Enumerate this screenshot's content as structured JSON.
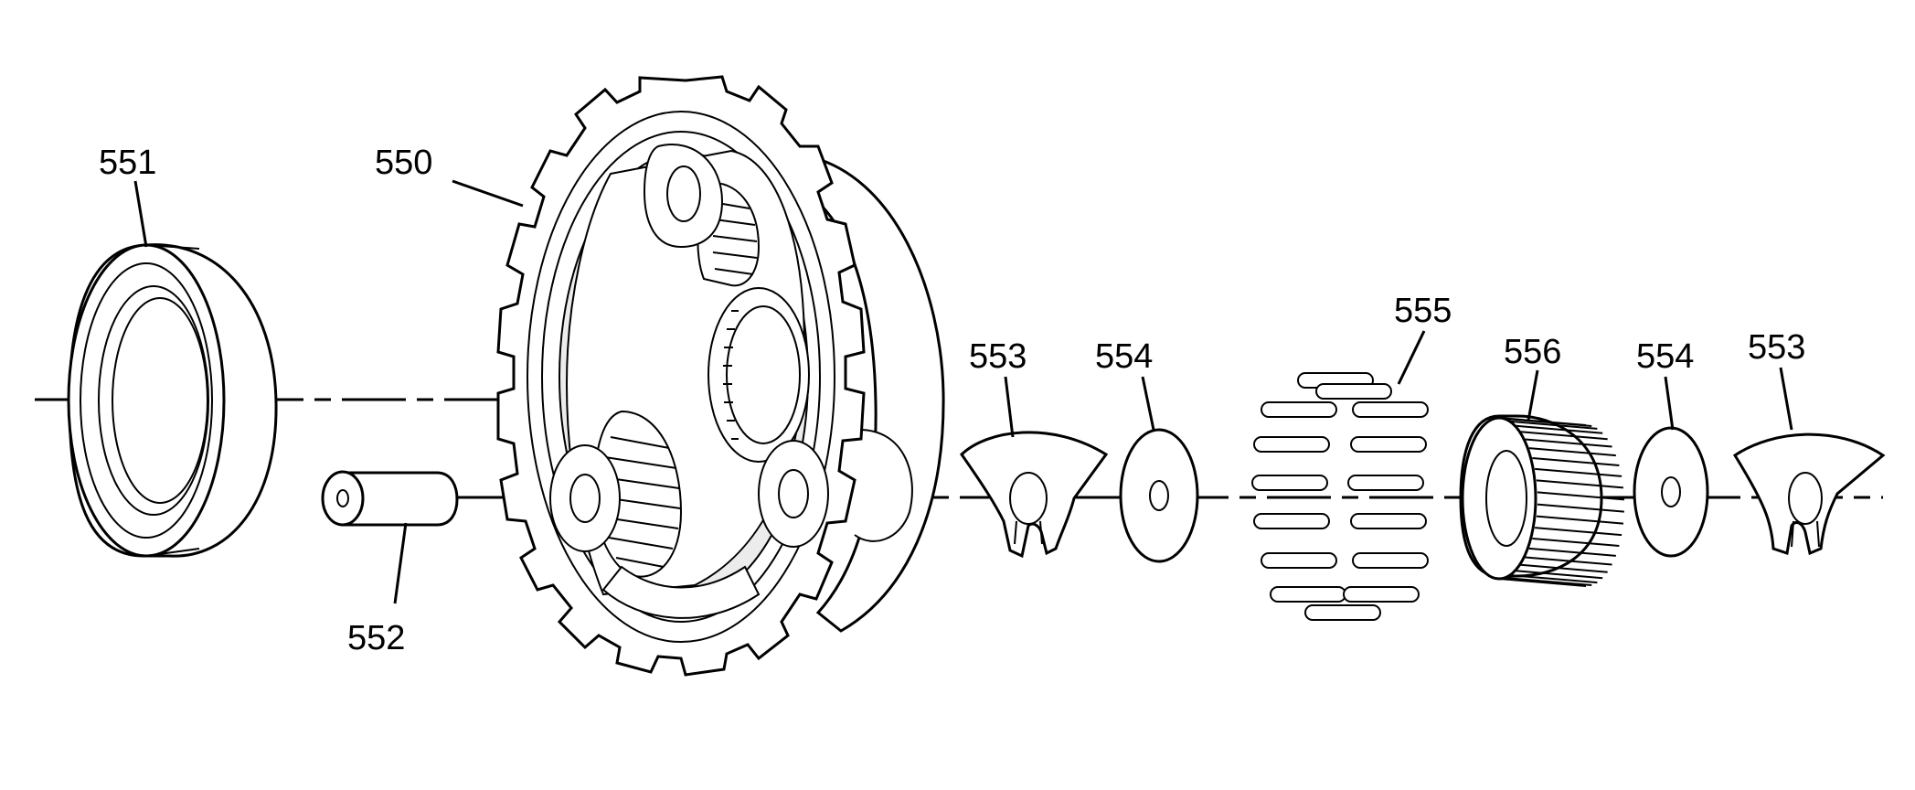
{
  "callouts": {
    "p550": "550",
    "p551": "551",
    "p552": "552",
    "p553_left": "553",
    "p554_left": "554",
    "p555": "555",
    "p556": "556",
    "p554_right": "554",
    "p553_right": "553"
  }
}
